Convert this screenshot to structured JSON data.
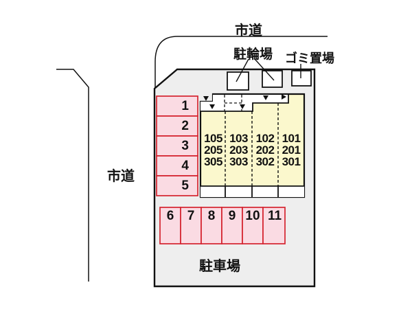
{
  "diagram": {
    "roads": {
      "top_label": "市道",
      "left_label": "市道"
    },
    "facilities": {
      "bicycle_parking_label": "駐輪場",
      "garbage_area_label": "ゴミ置場",
      "parking_lot_label": "駐車場"
    },
    "parking": {
      "left_spaces": [
        "1",
        "2",
        "3",
        "4",
        "5"
      ],
      "bottom_spaces": [
        "6",
        "7",
        "8",
        "9",
        "10",
        "11"
      ]
    },
    "building": {
      "floors": [
        [
          "105",
          "103",
          "102",
          "101"
        ],
        [
          "205",
          "203",
          "202",
          "201"
        ],
        [
          "305",
          "303",
          "302",
          "301"
        ]
      ]
    },
    "colors": {
      "background": "#ffffff",
      "lot_fill": "#eeeeee",
      "building_fill": "#fbf8cd",
      "balcony_fill": "#ffffff",
      "shed_fill": "#ffffff",
      "parking_fill": "#fadbe3",
      "parking_border": "#d5232e",
      "outline": "#111111"
    }
  }
}
